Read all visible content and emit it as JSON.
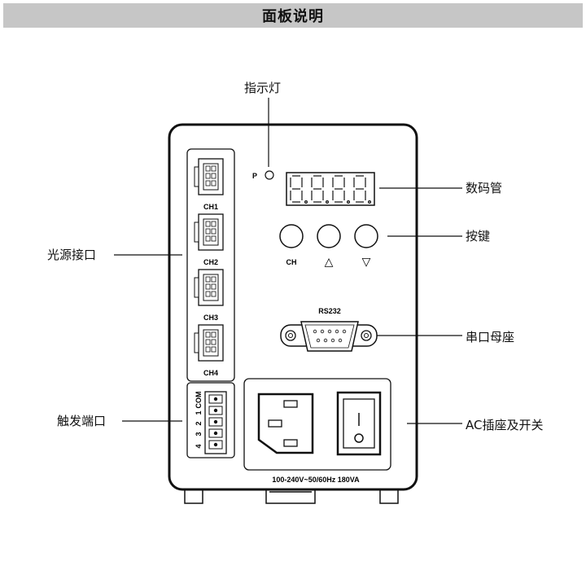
{
  "header": {
    "title": "面板说明"
  },
  "callouts": {
    "indicator": "指示灯",
    "display": "数码管",
    "keys": "按键",
    "light_ports": "光源接口",
    "serial": "串口母座",
    "trigger": "触发端口",
    "ac": "AC插座及开关"
  },
  "panel": {
    "channels": [
      "CH1",
      "CH2",
      "CH3",
      "CH4"
    ],
    "indicator_mark": "P",
    "buttons": [
      "CH",
      "△",
      "▽"
    ],
    "serial_label": "RS232",
    "trigger_pins": [
      "COM",
      "1",
      "2",
      "3",
      "4"
    ],
    "power_rating": "100-240V~50/60Hz 180VA"
  },
  "colors": {
    "header_bg": "#c6c6c6",
    "line": "#111111"
  }
}
